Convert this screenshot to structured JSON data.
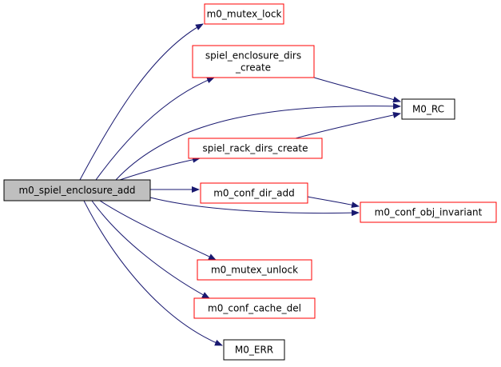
{
  "diagram": {
    "type": "call-graph",
    "colors": {
      "edge": "#191970",
      "root_fill": "#bfbfbf",
      "root_border": "#000000",
      "linked_border": "#ff0000",
      "plain_border": "#000000",
      "node_fill": "#ffffff"
    },
    "nodes": [
      {
        "id": "root",
        "lines": [
          "m0_spiel_enclosure_add"
        ],
        "style": "root"
      },
      {
        "id": "mutex_lock",
        "lines": [
          "m0_mutex_lock"
        ],
        "style": "linked"
      },
      {
        "id": "enc_dirs",
        "lines": [
          "spiel_enclosure_dirs",
          "_create"
        ],
        "style": "linked"
      },
      {
        "id": "rc",
        "lines": [
          "M0_RC"
        ],
        "style": "plain"
      },
      {
        "id": "rack_dirs",
        "lines": [
          "spiel_rack_dirs_create"
        ],
        "style": "linked"
      },
      {
        "id": "dir_add",
        "lines": [
          "m0_conf_dir_add"
        ],
        "style": "linked"
      },
      {
        "id": "obj_inv",
        "lines": [
          "m0_conf_obj_invariant"
        ],
        "style": "linked"
      },
      {
        "id": "mutex_unlock",
        "lines": [
          "m0_mutex_unlock"
        ],
        "style": "linked"
      },
      {
        "id": "cache_del",
        "lines": [
          "m0_conf_cache_del"
        ],
        "style": "linked"
      },
      {
        "id": "err",
        "lines": [
          "M0_ERR"
        ],
        "style": "plain"
      }
    ],
    "edges": [
      {
        "from": "root",
        "to": "mutex_lock"
      },
      {
        "from": "root",
        "to": "enc_dirs"
      },
      {
        "from": "root",
        "to": "rc"
      },
      {
        "from": "root",
        "to": "rack_dirs"
      },
      {
        "from": "root",
        "to": "dir_add"
      },
      {
        "from": "root",
        "to": "obj_inv"
      },
      {
        "from": "root",
        "to": "mutex_unlock"
      },
      {
        "from": "root",
        "to": "cache_del"
      },
      {
        "from": "root",
        "to": "err"
      },
      {
        "from": "enc_dirs",
        "to": "rc"
      },
      {
        "from": "rack_dirs",
        "to": "rc"
      },
      {
        "from": "dir_add",
        "to": "obj_inv"
      }
    ]
  }
}
